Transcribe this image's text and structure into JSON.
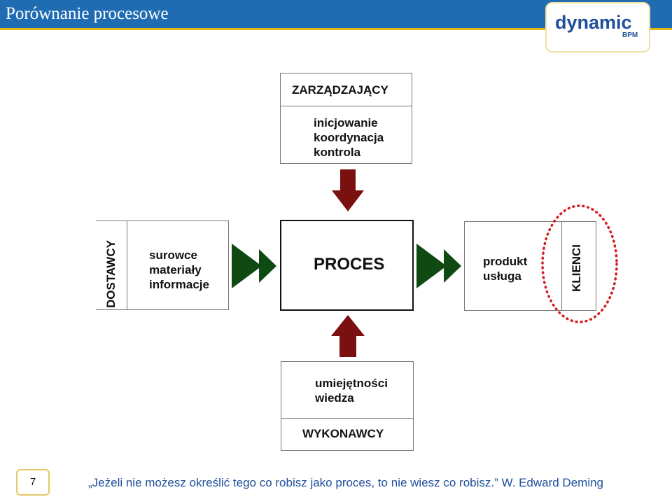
{
  "header": {
    "title": "Porównanie procesowe"
  },
  "logo": {
    "main": "dynamic",
    "sub": "BPM"
  },
  "diagram": {
    "top_box": {
      "label": "ZARZĄDZAJĄCY",
      "text": "inicjowanie\nkoordynacja\nkontrola"
    },
    "center_box": {
      "label": "PROCES"
    },
    "left_box": {
      "label": "DOSTAWCY",
      "text": "surowce\nmateriały\ninformacje"
    },
    "right_box": {
      "label": "KLIENCI",
      "text": "produkt\nusługa"
    },
    "bottom_box": {
      "label": "WYKONAWCY",
      "text": "umiejętności\nwiedza"
    },
    "colors": {
      "input_arrows": "#7a1010",
      "flow_arrows": "#0f4a12",
      "highlight": "#d42020"
    }
  },
  "footer": {
    "slide_number": "7",
    "quote": "„Jeżeli nie możesz określić tego co robisz jako proces, to nie wiesz co robisz.” W. Edward Deming"
  }
}
